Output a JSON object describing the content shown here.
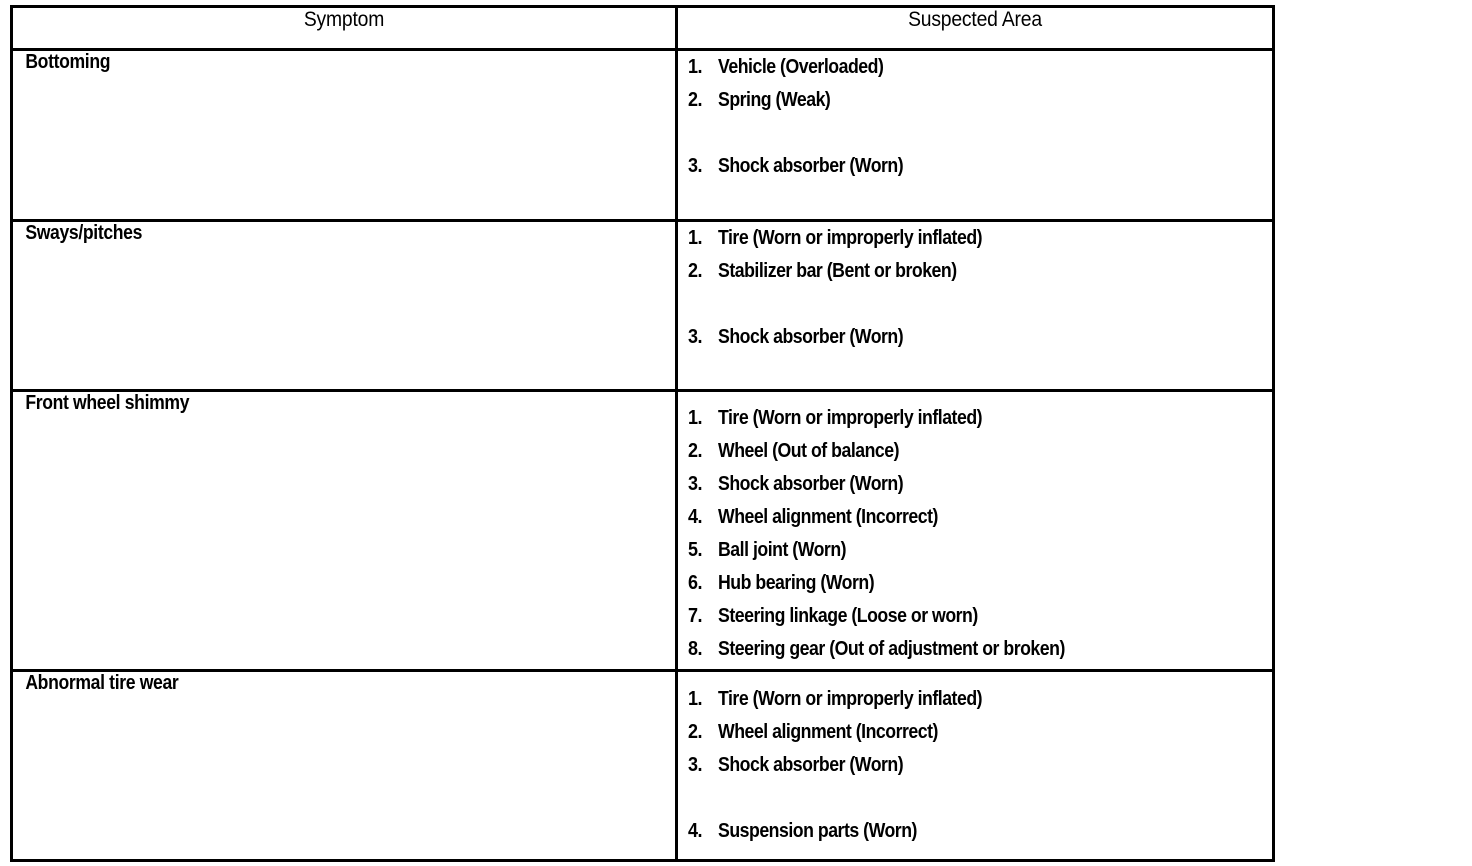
{
  "table": {
    "headers": {
      "symptom": "Symptom",
      "suspected_area": "Suspected Area"
    },
    "rows": [
      {
        "symptom": "Bottoming",
        "items": [
          {
            "num": "1.",
            "text": "Vehicle (Overloaded)",
            "gap_before": false
          },
          {
            "num": "2.",
            "text": "Spring (Weak)",
            "gap_before": false
          },
          {
            "num": "3.",
            "text": "Shock absorber (Worn)",
            "gap_before": true
          }
        ]
      },
      {
        "symptom": "Sways/pitches",
        "items": [
          {
            "num": "1.",
            "text": "Tire (Worn or improperly inflated)",
            "gap_before": false
          },
          {
            "num": "2.",
            "text": "Stabilizer bar (Bent or broken)",
            "gap_before": false
          },
          {
            "num": "3.",
            "text": "Shock absorber (Worn)",
            "gap_before": true
          }
        ]
      },
      {
        "symptom": "Front wheel shimmy",
        "items": [
          {
            "num": "1.",
            "text": "Tire (Worn or improperly inflated)",
            "gap_before": false
          },
          {
            "num": "2.",
            "text": "Wheel (Out of balance)",
            "gap_before": false
          },
          {
            "num": "3.",
            "text": "Shock absorber (Worn)",
            "gap_before": false
          },
          {
            "num": "4.",
            "text": "Wheel alignment (Incorrect)",
            "gap_before": false
          },
          {
            "num": "5.",
            "text": "Ball joint (Worn)",
            "gap_before": false
          },
          {
            "num": "6.",
            "text": "Hub bearing (Worn)",
            "gap_before": false
          },
          {
            "num": "7.",
            "text": "Steering linkage (Loose or worn)",
            "gap_before": false
          },
          {
            "num": "8.",
            "text": "Steering gear (Out of adjustment or broken)",
            "gap_before": false
          }
        ]
      },
      {
        "symptom": "Abnormal tire wear",
        "items": [
          {
            "num": "1.",
            "text": "Tire (Worn or improperly inflated)",
            "gap_before": false
          },
          {
            "num": "2.",
            "text": "Wheel alignment (Incorrect)",
            "gap_before": false
          },
          {
            "num": "3.",
            "text": "Shock absorber (Worn)",
            "gap_before": false
          },
          {
            "num": "4.",
            "text": "Suspension parts (Worn)",
            "gap_before": true
          }
        ]
      }
    ]
  },
  "colors": {
    "ink": "#000000",
    "paper": "#ffffff"
  }
}
